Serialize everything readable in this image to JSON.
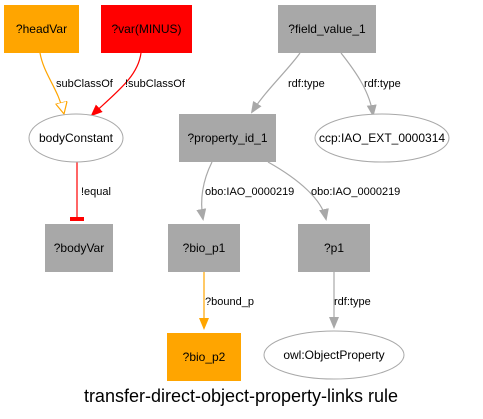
{
  "diagram": {
    "caption": "transfer-direct-object-property-links rule",
    "colors": {
      "orange": "#ffa500",
      "red": "#ff0000",
      "gray_fill": "#a8a8a8",
      "edge_gray": "#a8a8a8",
      "edge_dark": "#888888"
    },
    "nodes": {
      "headVar": "?headVar",
      "varMinus": "?var(MINUS)",
      "fieldValue": "?field_value_1",
      "bodyConstant": "bodyConstant",
      "propertyId": "?property_id_1",
      "iaoExt": "ccp:IAO_EXT_0000314",
      "bodyVar": "?bodyVar",
      "bioP1": "?bio_p1",
      "p1": "?p1",
      "bioP2": "?bio_p2",
      "objectProperty": "owl:ObjectProperty"
    },
    "edges": {
      "headToBody": "subClassOf",
      "minusToBody": "!subClassOf",
      "bodyToVar": "!equal",
      "fieldToProp": "rdf:type",
      "fieldToIao": "rdf:type",
      "propToBio": "obo:IAO_0000219",
      "propToP1": "obo:IAO_0000219",
      "bioToBio2": "?bound_p",
      "p1ToObj": "rdf:type"
    }
  }
}
